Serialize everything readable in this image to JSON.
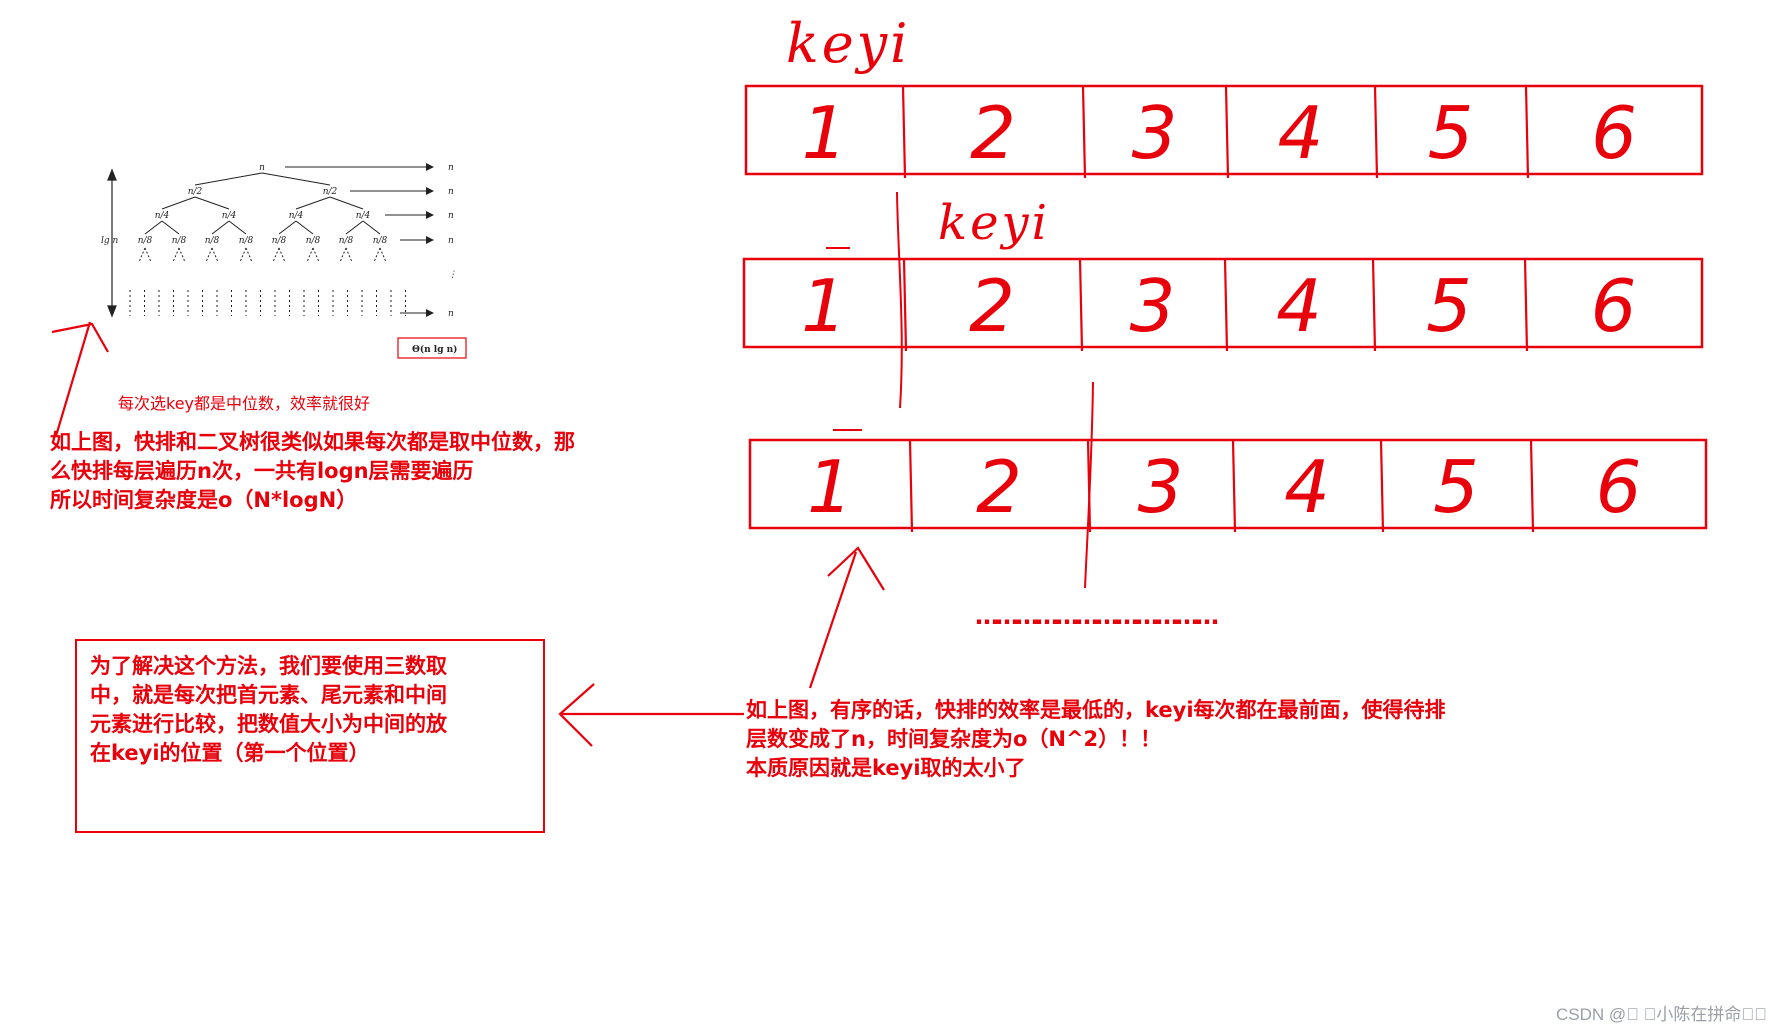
{
  "tree": {
    "root": "n",
    "level1": [
      "n/2",
      "n/2"
    ],
    "level2": [
      "n/4",
      "n/4",
      "n/4",
      "n/4"
    ],
    "level3": [
      "n/8",
      "n/8",
      "n/8",
      "n/8",
      "n/8",
      "n/8",
      "n/8",
      "n/8"
    ],
    "row_totals": [
      "n",
      "n",
      "n",
      "n",
      "n"
    ],
    "height_label": "lg n",
    "complexity": "Θ(n lg n)"
  },
  "caption_small": "每次选key都是中位数，效率就很好",
  "note_balanced": "如上图，快排和二叉树很类似如果每次都是取中位数，那\n么快排每层遍历n次，一共有logn层需要遍历\n所以时间复杂度是o（N*logN）",
  "note_solution": "为了解决这个方法，我们要使用三数取\n中，就是每次把首元素、尾元素和中间\n元素进行比较，把数值大小为中间的放\n在keyi的位置（第一个位置）",
  "note_sorted": "如上图，有序的话，快排的效率是最低的，keyi每次都在最前面，使得待排\n层数变成了n，时间复杂度为o（N^2）！！\n本质原因就是keyi取的太小了",
  "keyi_labels": [
    "keyi",
    "keyi"
  ],
  "arrays": [
    [
      "1",
      "2",
      "3",
      "4",
      "5",
      "6"
    ],
    [
      "1",
      "2",
      "3",
      "4",
      "5",
      "6"
    ],
    [
      "1",
      "2",
      "3",
      "4",
      "5",
      "6"
    ]
  ],
  "ellipsis": "………………………………",
  "watermark": "CSDN @\u0000 \u0000小陈在拼命\u0000\u0000",
  "colors": {
    "accent": "#e8000b",
    "ink": "#222222",
    "watermark": "#9aa0a6"
  }
}
